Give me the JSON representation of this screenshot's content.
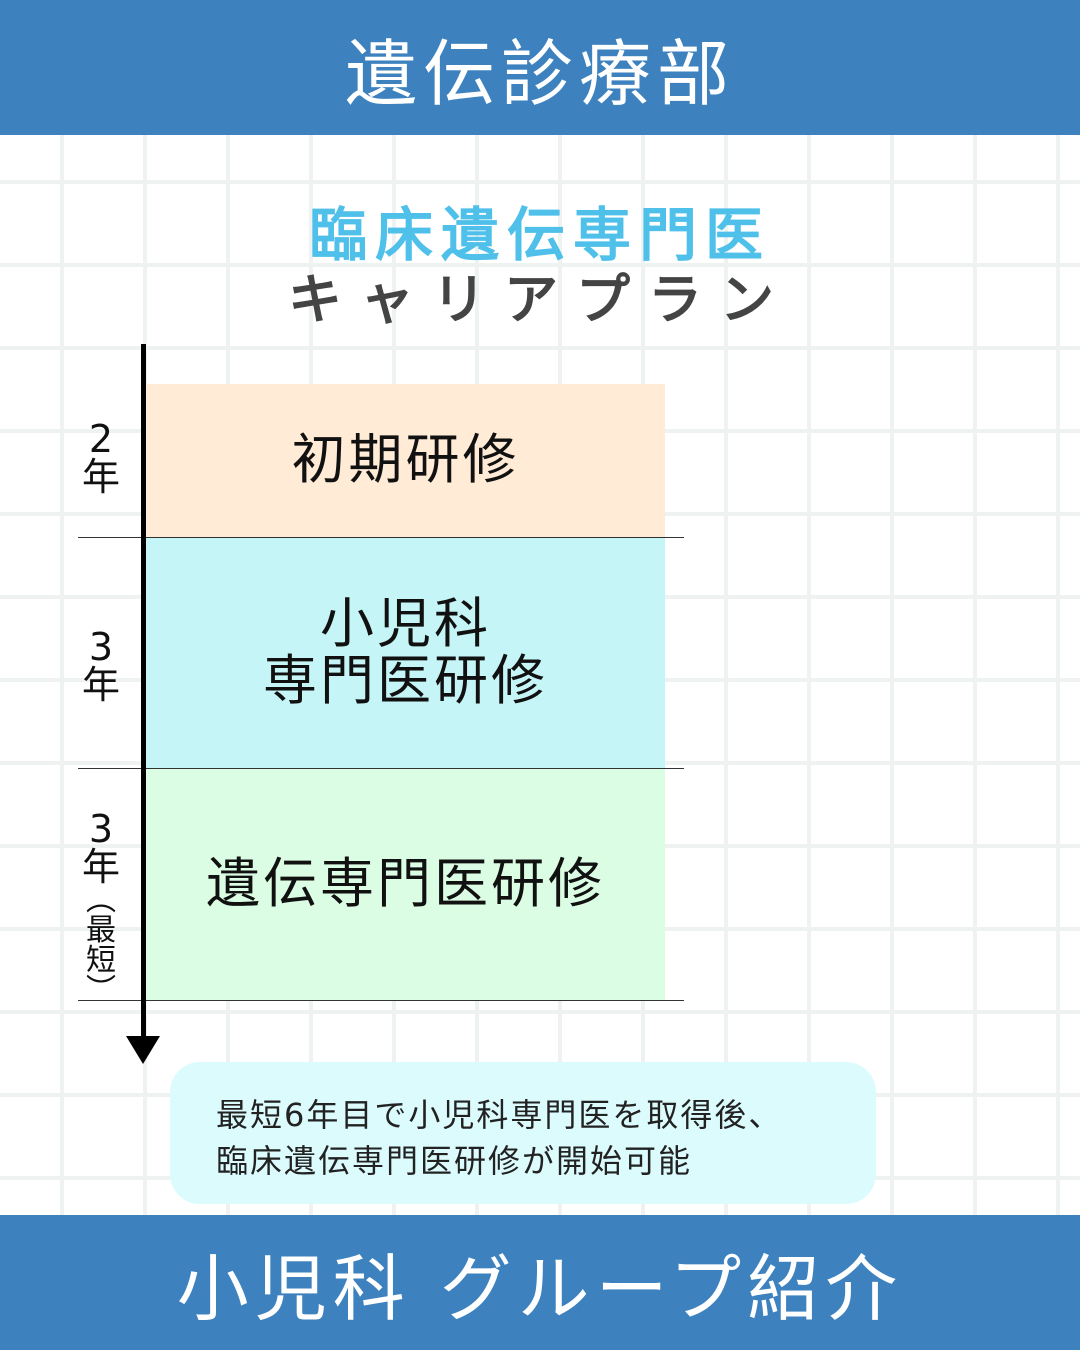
{
  "header": {
    "title": "遺伝診療部"
  },
  "heading": {
    "line1": "臨床遺伝専門医",
    "line2": "キャリアプラン"
  },
  "stages": [
    {
      "years_num": "2",
      "years_unit": "年",
      "label": "初期研修",
      "color": "#ffebd6"
    },
    {
      "years_num": "3",
      "years_unit": "年",
      "label_line1": "小児科",
      "label_line2": "専門医研修",
      "color": "#c5f5f6"
    },
    {
      "years_num": "3",
      "years_unit": "年",
      "years_note_open": "︵",
      "years_note": "最短",
      "years_note_close": "︶",
      "label": "遺伝専門医研修",
      "color": "#dbfde4"
    }
  ],
  "note": {
    "line1": "最短6年目で小児科専門医を取得後、",
    "line2": "臨床遺伝専門医研修が開始可能"
  },
  "footer": {
    "title": "小児科 グループ紹介"
  }
}
